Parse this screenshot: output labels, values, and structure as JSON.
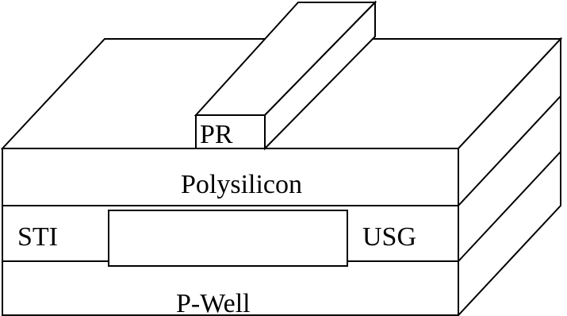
{
  "diagram": {
    "labels": {
      "pr": "PR",
      "polysilicon": "Polysilicon",
      "sti": "STI",
      "usg": "USG",
      "pwell": "P-Well"
    }
  }
}
